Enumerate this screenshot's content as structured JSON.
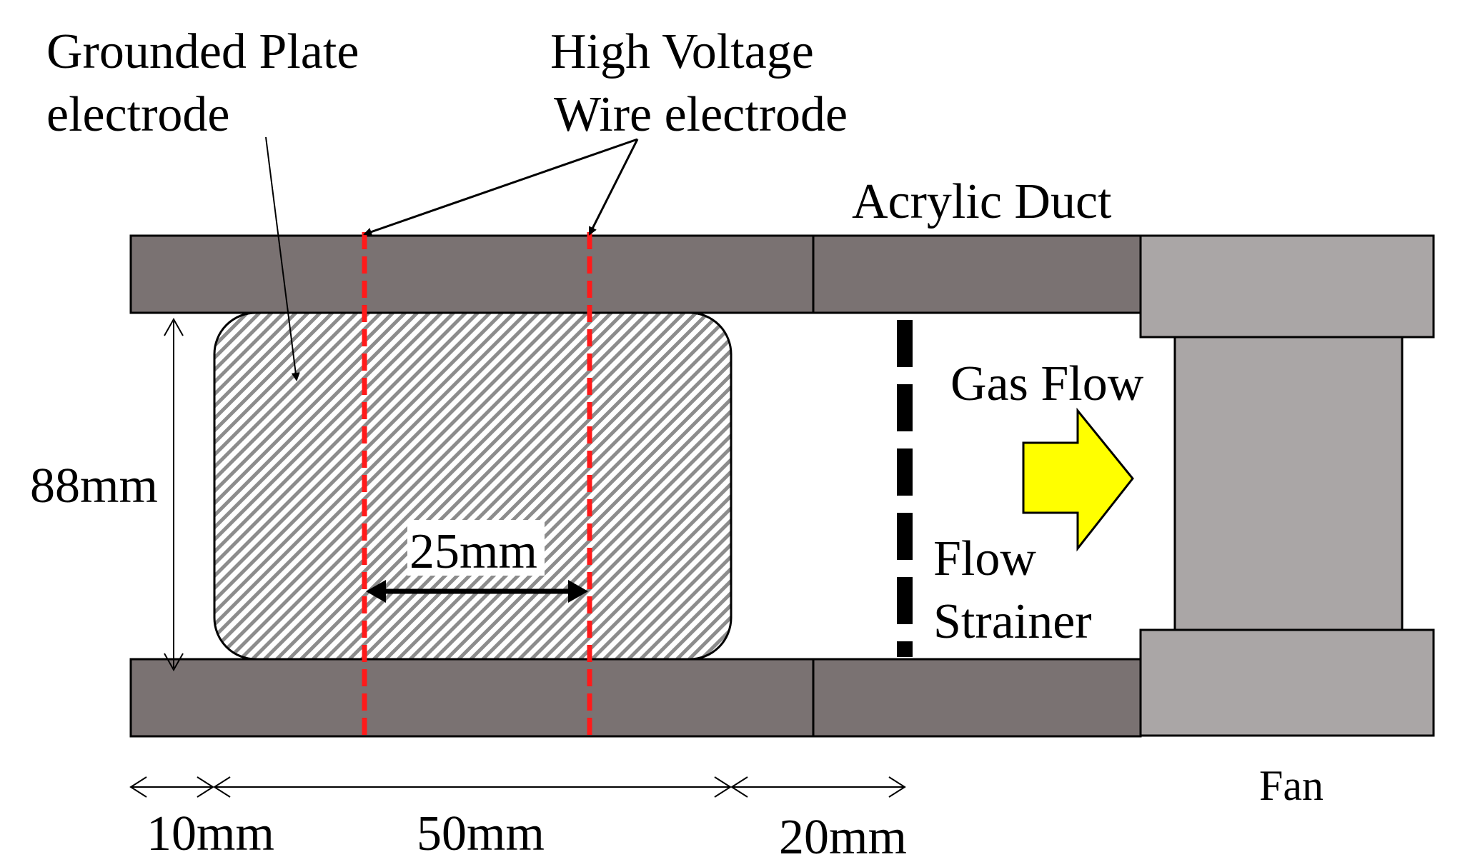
{
  "labels": {
    "grounded_plate_line1": "Grounded Plate",
    "grounded_plate_line2": "electrode",
    "high_voltage_line1": "High Voltage",
    "high_voltage_line2": "Wire electrode",
    "acrylic_duct": "Acrylic Duct",
    "gas_flow": "Gas Flow",
    "flow_strainer_line1": "Flow",
    "flow_strainer_line2": "Strainer",
    "fan": "Fan"
  },
  "dimensions": {
    "duct_height": "88mm",
    "wire_spacing": "25mm",
    "inlet_gap": "10mm",
    "plate_length": "50mm",
    "strainer_gap": "20mm"
  },
  "colors": {
    "duct_wall": "#7a7272",
    "fan": "#aaa6a6",
    "wire": "#ff1a1a",
    "flow_arrow": "#ffff00",
    "plate_hatch": "#8c8c8c"
  }
}
